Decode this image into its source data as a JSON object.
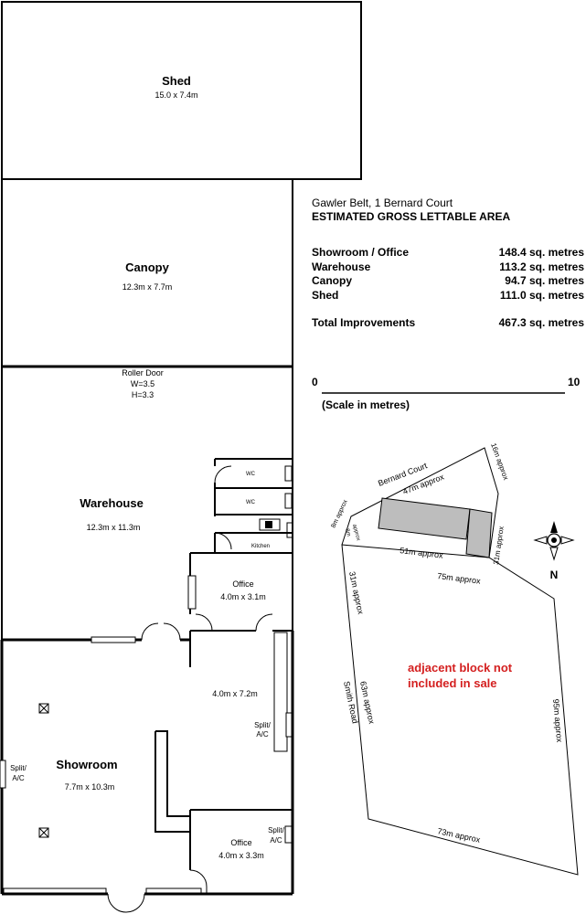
{
  "rooms": {
    "shed": {
      "name": "Shed",
      "dims": "15.0 x 7.4m"
    },
    "canopy": {
      "name": "Canopy",
      "dims": "12.3m x 7.7m"
    },
    "roller_door": {
      "label": "Roller Door",
      "w": "W=3.5",
      "h": "H=3.3"
    },
    "warehouse": {
      "name": "Warehouse",
      "dims": "12.3m x 11.3m"
    },
    "wc1": "WC",
    "wc2": "WC",
    "kitchen": "Kitchen",
    "office1": {
      "name": "Office",
      "dims": "4.0m x 3.1m"
    },
    "room_mid": {
      "dims": "4.0m x 7.2m"
    },
    "showroom": {
      "name": "Showroom",
      "dims": "7.7m x 10.3m"
    },
    "office2": {
      "name": "Office",
      "dims": "4.0m x 3.3m"
    },
    "split_ac_label": "Split/",
    "split_ac_label2": "A/C"
  },
  "info": {
    "address": "Gawler Belt, 1 Bernard Court",
    "title": "ESTIMATED GROSS LETTABLE AREA",
    "areas": [
      {
        "name": "Showroom / Office",
        "value": "148.4 sq. metres"
      },
      {
        "name": "Warehouse",
        "value": "113.2 sq. metres"
      },
      {
        "name": "Canopy",
        "value": "94.7 sq. metres"
      },
      {
        "name": "Shed",
        "value": "111.0 sq. metres"
      }
    ],
    "total": {
      "name": "Total Improvements",
      "value": "467.3 sq. metres"
    }
  },
  "scale": {
    "start": "0",
    "end": "10",
    "label": "(Scale in metres)"
  },
  "site": {
    "road1": "Bernard Court",
    "d47": "47m approx",
    "d16": "16m approx",
    "d8a": "8m approx",
    "d8b": "8m",
    "d8c": "approx",
    "d31a": "31m approx",
    "d51": "51m approx",
    "d75": "75m approx",
    "d31b": "31m approx",
    "d63": "63m approx",
    "road2": "Smith Road",
    "d95": "95m approx",
    "d73": "73m approx",
    "note1": "adjacent block not",
    "note2": "included in sale",
    "north": "N"
  }
}
